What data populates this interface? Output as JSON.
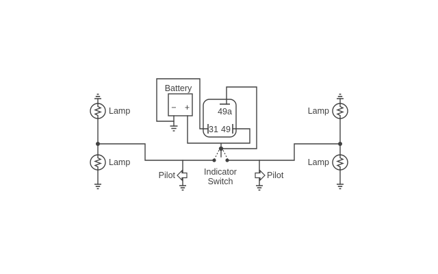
{
  "colors": {
    "line": "#414141",
    "background": "#ffffff"
  },
  "battery": {
    "label": "Battery",
    "minus": "−",
    "plus": "+"
  },
  "relay": {
    "terminal_top": "49a",
    "terminal_bottom_left": "31",
    "terminal_bottom_right": "49"
  },
  "switch": {
    "label_line1": "Indicator",
    "label_line2": "Switch"
  },
  "lamps": {
    "label": "Lamp"
  },
  "pilots": {
    "label": "Pilot"
  },
  "symbols": {
    "ground": "earth-ground",
    "lamp": "filament-bulb",
    "pilot_left": "block-arrow-left",
    "pilot_right": "block-arrow-right",
    "switch_pivot": "pivot-dot",
    "junction": "junction-dot"
  }
}
